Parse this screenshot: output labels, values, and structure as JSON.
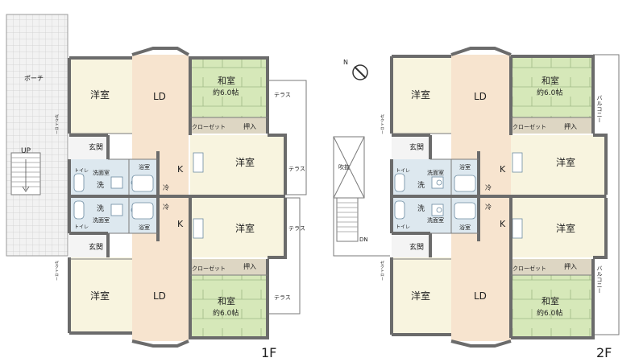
{
  "colors": {
    "western": "#f8f4df",
    "ld": "#f7e4cf",
    "washitsu": "#d6e8b9",
    "tatami_line": "#9fb985",
    "wet": "#dde8ef",
    "closet": "#ddd6c3",
    "wall": "#6b6b6b",
    "porch": "#f2f2f2"
  },
  "floor1": {
    "label": "1F",
    "porch": "ポーチ",
    "stairs": "UP",
    "unit_top": {
      "western_1": "洋室",
      "ld": "LD",
      "washitsu": "和室",
      "washitsu_size": "約6.0帖",
      "closet": "クローゼット",
      "oshiire": "押入",
      "western_2": "洋室",
      "kitchen": "K",
      "genkan": "玄関",
      "wash_room": "洗面室",
      "bath": "浴室",
      "toilet": "トイレ",
      "washer": "洗",
      "fridge": "冷",
      "shoe_closet": "ゼクトロー",
      "terrace_1": "テラス",
      "terrace_2": "テラス"
    },
    "unit_bottom": {
      "western_1": "洋室",
      "ld": "LD",
      "washitsu": "和室",
      "washitsu_size": "約6.0帖",
      "closet": "クローゼット",
      "oshiire": "押入",
      "western_2": "洋室",
      "kitchen": "K",
      "genkan": "玄関",
      "wash_room": "洗面室",
      "bath": "浴室",
      "toilet": "トイレ",
      "washer": "洗",
      "fridge": "冷",
      "shoe_closet": "ゼクトロー",
      "terrace_1": "テラス",
      "terrace_2": "テラス"
    }
  },
  "floor2": {
    "label": "2F",
    "void": "吹抜",
    "stairs": "DN",
    "compass": "N",
    "unit_top": {
      "western_1": "洋室",
      "ld": "LD",
      "washitsu": "和室",
      "washitsu_size": "約6.0帖",
      "closet": "クローゼット",
      "oshiire": "押入",
      "western_2": "洋室",
      "kitchen": "K",
      "genkan": "玄関",
      "wash_room": "洗面室",
      "bath": "浴室",
      "toilet": "トイレ",
      "washer": "洗",
      "fridge": "冷",
      "shoe_closet": "ゼクトロー",
      "balcony": "バルコニー"
    },
    "unit_bottom": {
      "western_1": "洋室",
      "ld": "LD",
      "washitsu": "和室",
      "washitsu_size": "約6.0帖",
      "closet": "クローゼット",
      "oshiire": "押入",
      "western_2": "洋室",
      "kitchen": "K",
      "genkan": "玄関",
      "wash_room": "洗面室",
      "bath": "浴室",
      "toilet": "トイレ",
      "washer": "洗",
      "fridge": "冷",
      "shoe_closet": "ゼクトロー",
      "balcony": "バルコニー"
    }
  }
}
